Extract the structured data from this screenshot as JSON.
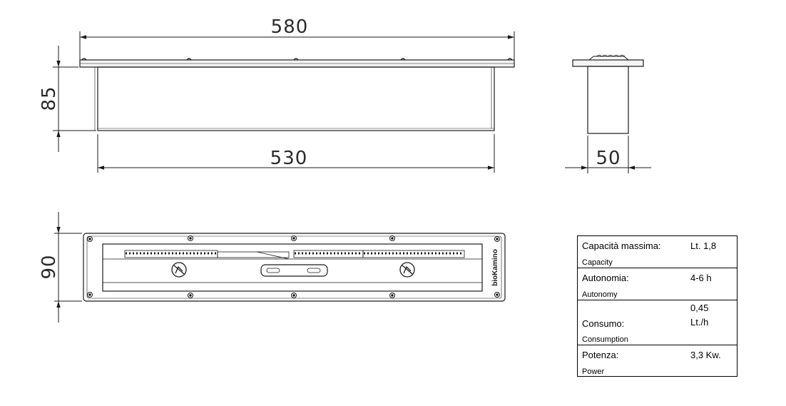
{
  "dimensions": {
    "overall_length": "580",
    "box_length": "530",
    "height": "85",
    "depth": "50",
    "plan_width": "90"
  },
  "brand_label": "bioKamino",
  "specs": [
    {
      "label": "Capacità massima:",
      "sub": "Capacity",
      "value": "Lt. 1,8"
    },
    {
      "label": "Autonomia:",
      "sub": "Autonomy",
      "value": "4-6 h"
    },
    {
      "label": "Consumo:",
      "sub": "Consumption",
      "value": "0,45 Lt./h"
    },
    {
      "label": "Potenza:",
      "sub": "Power",
      "value": "3,3 Kw."
    }
  ],
  "colors": {
    "line": "#1a1a1a",
    "background": "#ffffff"
  }
}
